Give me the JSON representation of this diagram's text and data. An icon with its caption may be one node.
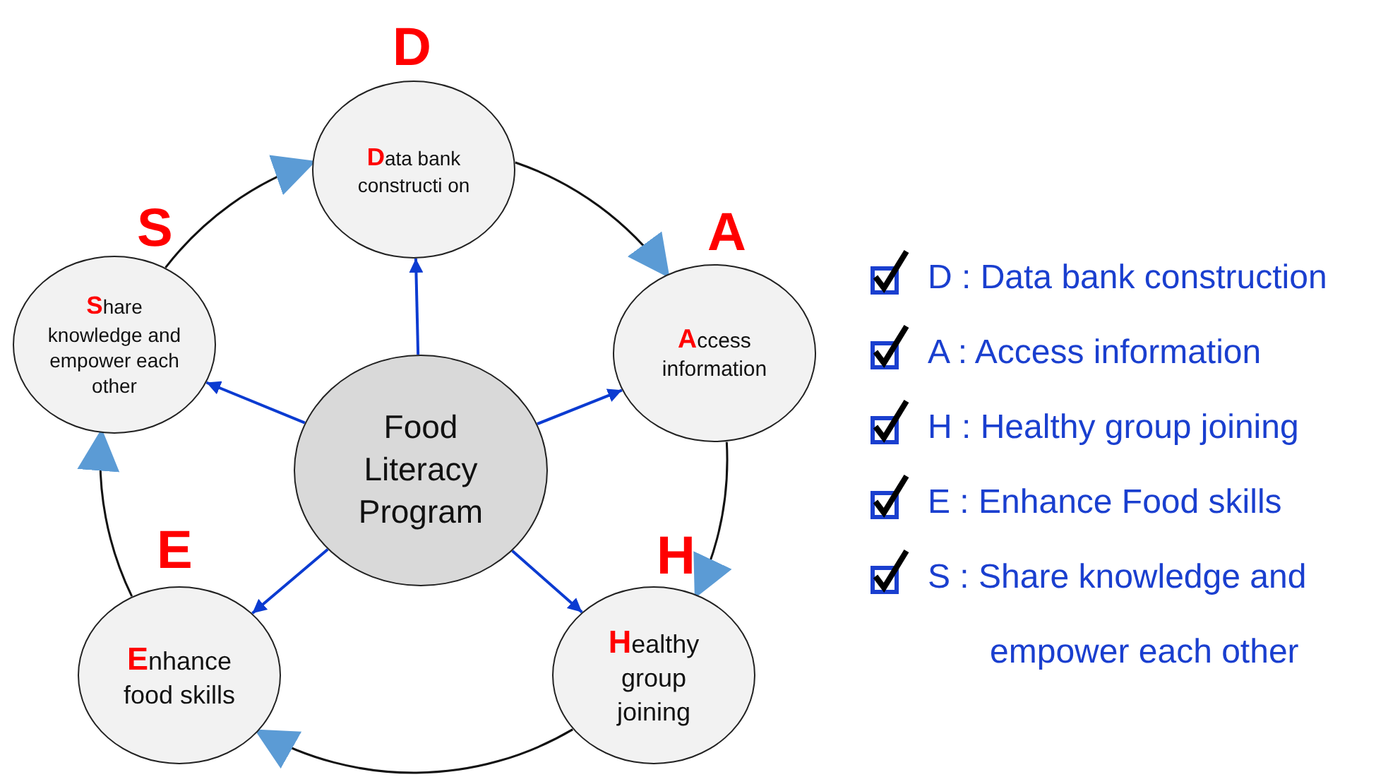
{
  "diagram": {
    "nodes": [
      {
        "text": [
          "Food Literacy Program"
        ]
      },
      {
        "text": [
          "D",
          "**D**ata bank constructi on"
        ]
      },
      {
        "text": [
          "A",
          "**A**ccess information"
        ]
      },
      {
        "text": [
          "H",
          "**H**ealthy group joining"
        ]
      },
      {
        "text": [
          "E",
          "**E**nhance food skills"
        ]
      },
      {
        "text": [
          "S",
          "**S**hare knowledge and empower each other"
        ]
      }
    ],
    "edges": [
      {
        "from": 0,
        "to": 1,
        "arrow": "to",
        "color": "#0b3bd1"
      },
      {
        "from": 0,
        "to": 2,
        "arrow": "to",
        "color": "#0b3bd1"
      },
      {
        "from": 0,
        "to": 3,
        "arrow": "to",
        "color": "#0b3bd1"
      },
      {
        "from": 0,
        "to": 4,
        "arrow": "to",
        "color": "#0b3bd1"
      },
      {
        "from": 0,
        "to": 5,
        "arrow": "to",
        "color": "#0b3bd1"
      },
      {
        "from": 1,
        "to": 2,
        "arrow": "to",
        "color": "#111111"
      },
      {
        "from": 2,
        "to": 3,
        "arrow": "to",
        "color": "#111111"
      },
      {
        "from": 3,
        "to": 4,
        "arrow": "to",
        "color": "#111111"
      },
      {
        "from": 4,
        "to": 5,
        "arrow": "to",
        "color": "#111111"
      },
      {
        "from": 5,
        "to": 1,
        "arrow": "to",
        "color": "#111111"
      }
    ],
    "labels": [
      "D : Data bank construction",
      "A : Access information",
      "H : Healthy group joining",
      "E : Enhance Food skills",
      "S : Share knowledge and empower each other"
    ]
  }
}
